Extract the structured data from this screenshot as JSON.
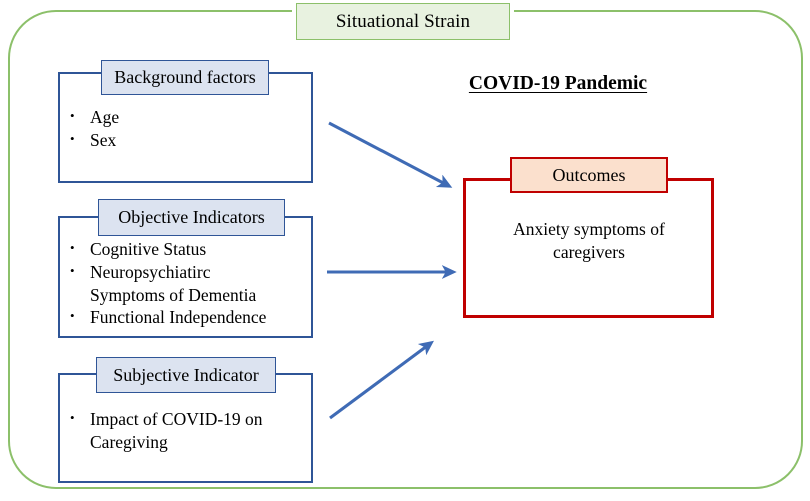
{
  "frame": {
    "title": "Situational Strain",
    "border_color": "#8cc06a",
    "header_fill": "#e8f2e0"
  },
  "left_column": {
    "boxes": [
      {
        "header": "Background factors",
        "bullets": [
          "Age",
          "Sex"
        ],
        "continuations": [],
        "border_color": "#2f5597",
        "header_fill": "#dce3f0"
      },
      {
        "header": "Objective Indicators",
        "bullets": [
          "Cognitive Status",
          "Neuropsychiatirc",
          "Functional Independence"
        ],
        "continuation_after_index": 1,
        "continuation_text": "Symptoms of Dementia",
        "border_color": "#2f5597",
        "header_fill": "#dce3f0"
      },
      {
        "header": "Subjective Indicator",
        "bullets": [
          "Impact of COVID-19 on"
        ],
        "continuation_after_index": 0,
        "continuation_text": "Caregiving",
        "border_color": "#2f5597",
        "header_fill": "#dce3f0"
      }
    ],
    "bullet_glyph": "•"
  },
  "right_column": {
    "title": "COVID-19 Pandemic",
    "outcomes_header": "Outcomes",
    "outcomes_body_line1": "Anxiety symptoms of",
    "outcomes_body_line2": "caregivers",
    "border_color": "#c00000",
    "header_fill": "#fbe0cd"
  },
  "arrows": {
    "color": "#3f6bb5",
    "items": [
      {
        "name": "arrow-background-to-outcomes",
        "direction": "down-right"
      },
      {
        "name": "arrow-objective-to-outcomes",
        "direction": "right"
      },
      {
        "name": "arrow-subjective-to-outcomes",
        "direction": "up-right"
      }
    ]
  }
}
